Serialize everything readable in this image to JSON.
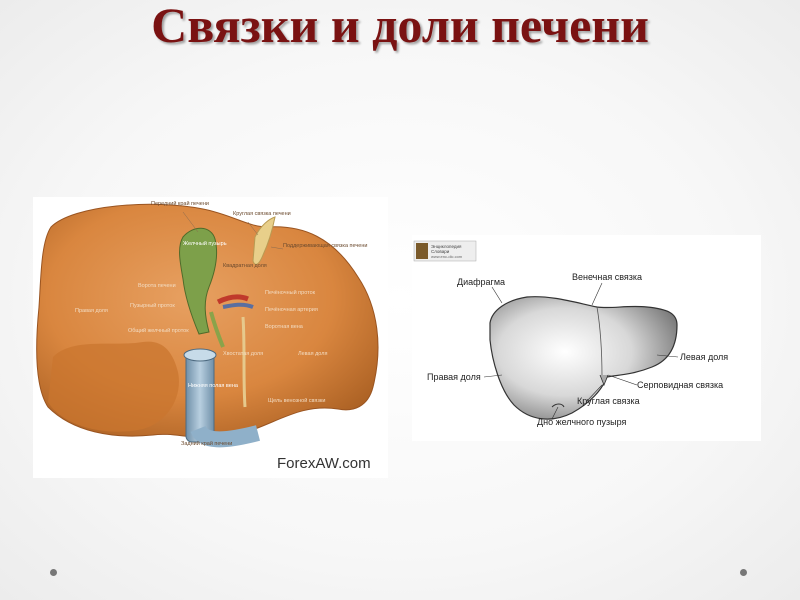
{
  "title": "Связки и доли печени",
  "left_figure": {
    "watermark": "ForexAW.com",
    "labels": {
      "front_edge": "Передний край печени",
      "round_ligament": "Круглая связка печени",
      "gallbladder": "Желчный пузырь",
      "quadrate_lobe": "Квадратная доля",
      "suspensory_ligament": "Поддерживающая связка печени",
      "portal": "Ворота печени",
      "cystic_duct": "Пузырный проток",
      "right_lobe": "Правая доля",
      "common_bile_duct": "Общий желчный проток",
      "hepatic_duct": "Печёночный проток",
      "hepatic_artery": "Печёночная артерия",
      "portal_vein": "Воротная вена",
      "caudate_lobe": "Хвостатая доля",
      "left_lobe": "Левая доля",
      "ivc": "Нижняя полая вена",
      "ligamentum_venosum": "Щель венозной связки",
      "posterior_edge": "Задний край печени"
    }
  },
  "right_figure": {
    "logo_line1": "Энциклопедия",
    "logo_line2": "Словари",
    "logo_line3": "www.enc-dic.com",
    "labels": {
      "diaphragm": "Диафрагма",
      "coronary_ligament": "Венечная связка",
      "left_lobe": "Левая доля",
      "right_lobe": "Правая доля",
      "falciform_ligament": "Серповидная связка",
      "round_ligament": "Круглая связка",
      "gallbladder_fundus": "Дно желчного пузыря"
    }
  },
  "colors": {
    "title": "#7a1212",
    "liver": "#d9863f",
    "liver_dark": "#b8692a",
    "gallbladder": "#7da04a",
    "vein": "#8fb0c9"
  }
}
